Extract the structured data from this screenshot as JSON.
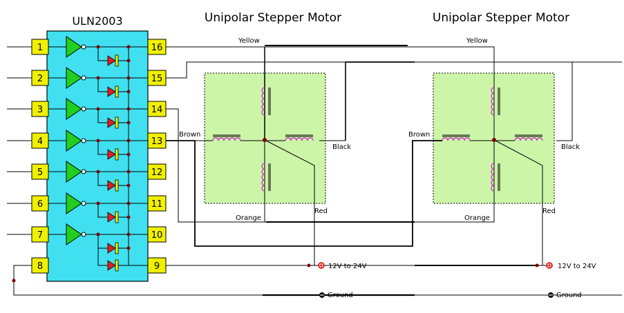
{
  "chip": {
    "title": "ULN2003",
    "left_pins": [
      "1",
      "2",
      "3",
      "4",
      "5",
      "6",
      "7",
      "8"
    ],
    "right_pins": [
      "16",
      "15",
      "14",
      "13",
      "12",
      "11",
      "10",
      "9"
    ]
  },
  "motors": [
    {
      "title": "Unipolar Stepper Motor",
      "labels": {
        "yellow": "Yellow",
        "black": "Black",
        "brown": "Brown",
        "orange": "Orange",
        "red": "Red"
      },
      "power_label": "12V to 24V",
      "ground_label": "Ground"
    },
    {
      "title": "Unipolar Stepper Motor",
      "labels": {
        "yellow": "Yellow",
        "black": "Black",
        "brown": "Brown",
        "orange": "Orange",
        "red": "Red"
      },
      "power_label": "12V to 24V",
      "ground_label": "Ground"
    }
  ],
  "colors": {
    "chip_body": "#40e0f0",
    "pin_box": "#f0f000",
    "buffer": "#20d020",
    "diode": "#e02020",
    "motor_fill": "#ccf5a8",
    "wire": "#000000",
    "coil": "#d020d0",
    "junction": "#800000",
    "power_terminal": "#e00000"
  }
}
